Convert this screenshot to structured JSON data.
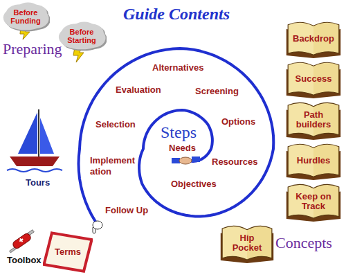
{
  "diagram": {
    "title": "Guide Contents",
    "nodes": [
      {
        "text": [
          "Before Funding"
        ]
      },
      {
        "text": [
          "Before Starting"
        ]
      },
      {
        "text": [
          "Backdrop"
        ]
      },
      {
        "text": [
          "Success"
        ]
      },
      {
        "text": [
          "Path builders"
        ]
      },
      {
        "text": [
          "Hurdles"
        ]
      },
      {
        "text": [
          "Keep on Track"
        ]
      },
      {
        "text": [
          "Hip Pocket"
        ]
      },
      {
        "text": [
          "Terms"
        ]
      }
    ],
    "labels": [
      "Preparing",
      "Alternatives",
      "Evaluation",
      "Screening",
      "Selection",
      "Steps",
      "Options",
      "Needs",
      "Resources",
      "Implement ation",
      "Objectives",
      "Follow Up",
      "Tours",
      "Toolbox",
      "Concepts"
    ]
  }
}
